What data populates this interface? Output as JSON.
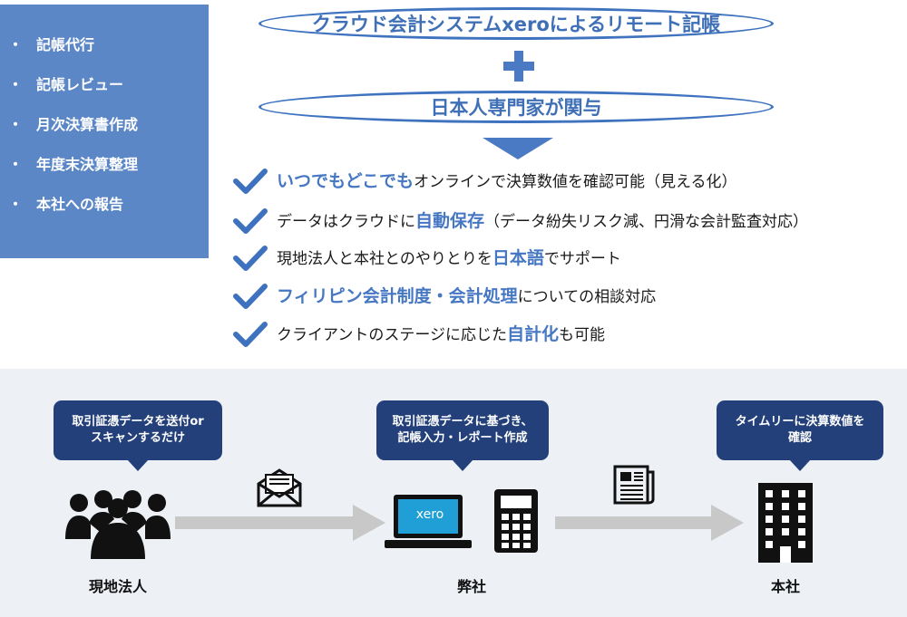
{
  "sidebar": {
    "bullet": "・",
    "items": [
      "記帳代行",
      "記帳レビュー",
      "月次決算書作成",
      "年度末決算整理",
      "本社への報告"
    ]
  },
  "header": {
    "title1": "クラウド会計システムxeroによるリモート記帳",
    "title2": "日本人専門家が関与"
  },
  "benefits": [
    {
      "pre": "",
      "bold": "いつでもどこでも",
      "post": "オンラインで決算数値を確認可能（見える化）"
    },
    {
      "pre": "データはクラウドに",
      "bold": "自動保存",
      "post": "（データ紛失リスク減、円滑な会計監査対応）"
    },
    {
      "pre": "現地法人と本社とのやりとりを",
      "bold": "日本語",
      "post": "でサポート"
    },
    {
      "pre": "",
      "bold": "フィリピン会計制度・会計処理",
      "post": "についての相談対応"
    },
    {
      "pre": "クライアントのステージに応じた",
      "bold": "自計化",
      "post": "も可能"
    }
  ],
  "flow": {
    "bubbles": [
      {
        "line1": "取引証憑データを送付or",
        "line2": "スキャンするだけ"
      },
      {
        "line1": "取引証憑データに基づき、",
        "line2": "記帳入力・レポート作成"
      },
      {
        "line1": "タイムリーに決算数値を",
        "line2": "確認"
      }
    ],
    "entities": [
      "現地法人",
      "弊社",
      "本社"
    ],
    "xero_logo": "xero",
    "icons": [
      "people-icon",
      "envelope-icon",
      "laptop-icon",
      "calculator-icon",
      "newspaper-icon",
      "building-icon"
    ]
  },
  "colors": {
    "sidebar_bg": "#5b87c7",
    "accent": "#4577c2",
    "bubble_bg": "#24407a",
    "panel_bg": "#edf0f5",
    "arrow": "#c8c8c8"
  }
}
